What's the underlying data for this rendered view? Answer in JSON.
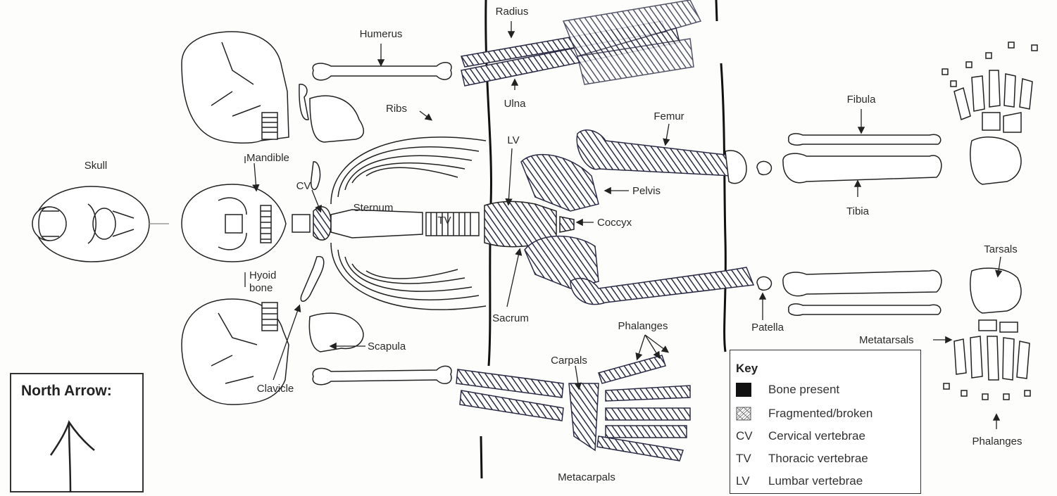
{
  "labels": {
    "radius": "Radius",
    "humerus": "Humerus",
    "ulna": "Ulna",
    "ribs": "Ribs",
    "fibula": "Fibula",
    "femur": "Femur",
    "lv": "LV",
    "skull": "Skull",
    "mandible": "Mandible",
    "cv": "CV",
    "sternum": "Sternum",
    "tv": "TV",
    "pelvis": "Pelvis",
    "tibia": "Tibia",
    "coccyx": "Coccyx",
    "tarsals": "Tarsals",
    "hyoid_line1": "Hyoid",
    "hyoid_line2": "bone",
    "sacrum": "Sacrum",
    "patella": "Patella",
    "phalanges_hand": "Phalanges",
    "metatarsals": "Metatarsals",
    "scapula": "Scapula",
    "carpals": "Carpals",
    "clavicle": "Clavicle",
    "phalanges_foot": "Phalanges",
    "metacarpals": "Metacarpals"
  },
  "north_arrow": {
    "title": "North Arrow:"
  },
  "key": {
    "title": "Key",
    "items": [
      {
        "symbol": "",
        "label": "Bone present",
        "style": "solid"
      },
      {
        "symbol": "",
        "label": "Fragmented/broken",
        "style": "hatched"
      },
      {
        "symbol": "CV",
        "label": "Cervical vertebrae",
        "style": "text"
      },
      {
        "symbol": "TV",
        "label": "Thoracic vertebrae",
        "style": "text"
      },
      {
        "symbol": "LV",
        "label": "Lumbar vertebrae",
        "style": "text"
      }
    ]
  },
  "colors": {
    "ink": "#222222",
    "shade": "#2b2b45",
    "paper": "#fdfdfc"
  }
}
